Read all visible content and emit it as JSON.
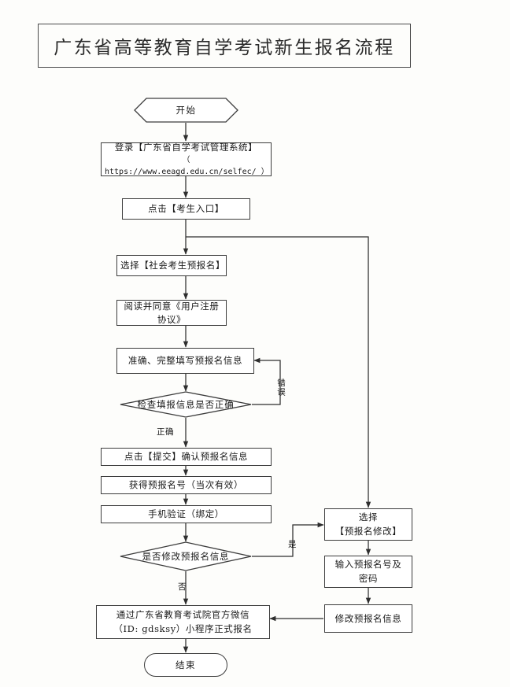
{
  "title": "广东省高等教育自学考试新生报名流程",
  "nodes": {
    "start": "开始",
    "login_line1": "登录【广东省自学考试管理系统】",
    "login_line2": "（ https://www.eeagd.edu.cn/selfec/ ）",
    "click_entry": "点击【考生入口】",
    "choose_pre_reg": "选择【社会考生预报名】",
    "read_agreement": "阅读并同意《用户注册协议》",
    "fill_info": "准确、完整填写预报名信息",
    "check_info": "检查填报信息是否正确",
    "submit_confirm": "点击【提交】确认预报名信息",
    "get_number": "获得预报名号（当次有效）",
    "phone_verify": "手机验证（绑定）",
    "modify_decision": "是否修改预报名信息",
    "wechat_line1": "通过广东省教育考试院官方微信",
    "wechat_line2": "（ID: gdsksy）小程序正式报名",
    "end": "结束",
    "choose_modify_line1": "选择",
    "choose_modify_line2": "【预报名修改】",
    "input_number_line1": "输入预报名号及",
    "input_number_line2": "密码",
    "modify_info": "修改预报名信息"
  },
  "edge_labels": {
    "error": "错误",
    "correct": "正确",
    "yes": "是",
    "no": "否"
  },
  "colors": {
    "line": "#3c3c3c",
    "text": "#1a1a1a",
    "background": "#fdfdfb",
    "node_fill": "#ffffff"
  },
  "chart_data": {
    "type": "diagram",
    "title": "广东省高等教育自学考试新生报名流程",
    "shapes": [
      {
        "id": "start",
        "shape": "hexagon",
        "label": "开始"
      },
      {
        "id": "login",
        "shape": "rect",
        "label": "登录【广东省自学考试管理系统】（ https://www.eeagd.edu.cn/selfec/ ）"
      },
      {
        "id": "click_entry",
        "shape": "rect",
        "label": "点击【考生入口】"
      },
      {
        "id": "choose_pre_reg",
        "shape": "rect",
        "label": "选择【社会考生预报名】"
      },
      {
        "id": "read_agreement",
        "shape": "rect",
        "label": "阅读并同意《用户注册协议》"
      },
      {
        "id": "fill_info",
        "shape": "rect",
        "label": "准确、完整填写预报名信息"
      },
      {
        "id": "check_info",
        "shape": "diamond",
        "label": "检查填报信息是否正确"
      },
      {
        "id": "submit_confirm",
        "shape": "rect",
        "label": "点击【提交】确认预报名信息"
      },
      {
        "id": "get_number",
        "shape": "rect",
        "label": "获得预报名号（当次有效）"
      },
      {
        "id": "phone_verify",
        "shape": "rect",
        "label": "手机验证（绑定）"
      },
      {
        "id": "modify_decision",
        "shape": "diamond",
        "label": "是否修改预报名信息"
      },
      {
        "id": "wechat",
        "shape": "rect",
        "label": "通过广东省教育考试院官方微信（ID: gdsksy）小程序正式报名"
      },
      {
        "id": "end",
        "shape": "stadium",
        "label": "结束"
      },
      {
        "id": "choose_modify",
        "shape": "rect",
        "label": "选择【预报名修改】"
      },
      {
        "id": "input_number",
        "shape": "rect",
        "label": "输入预报名号及密码"
      },
      {
        "id": "modify_info",
        "shape": "rect",
        "label": "修改预报名信息"
      }
    ],
    "edges": [
      {
        "from": "start",
        "to": "login",
        "label": ""
      },
      {
        "from": "login",
        "to": "click_entry",
        "label": ""
      },
      {
        "from": "click_entry",
        "to": "choose_pre_reg",
        "label": ""
      },
      {
        "from": "click_entry",
        "to": "choose_modify",
        "label": ""
      },
      {
        "from": "choose_pre_reg",
        "to": "read_agreement",
        "label": ""
      },
      {
        "from": "read_agreement",
        "to": "fill_info",
        "label": ""
      },
      {
        "from": "fill_info",
        "to": "check_info",
        "label": ""
      },
      {
        "from": "check_info",
        "to": "fill_info",
        "label": "错误"
      },
      {
        "from": "check_info",
        "to": "submit_confirm",
        "label": "正确"
      },
      {
        "from": "submit_confirm",
        "to": "get_number",
        "label": ""
      },
      {
        "from": "get_number",
        "to": "phone_verify",
        "label": ""
      },
      {
        "from": "phone_verify",
        "to": "modify_decision",
        "label": ""
      },
      {
        "from": "modify_decision",
        "to": "choose_modify",
        "label": "是"
      },
      {
        "from": "modify_decision",
        "to": "wechat",
        "label": "否"
      },
      {
        "from": "choose_modify",
        "to": "input_number",
        "label": ""
      },
      {
        "from": "input_number",
        "to": "modify_info",
        "label": ""
      },
      {
        "from": "modify_info",
        "to": "wechat",
        "label": ""
      },
      {
        "from": "wechat",
        "to": "end",
        "label": ""
      }
    ]
  }
}
